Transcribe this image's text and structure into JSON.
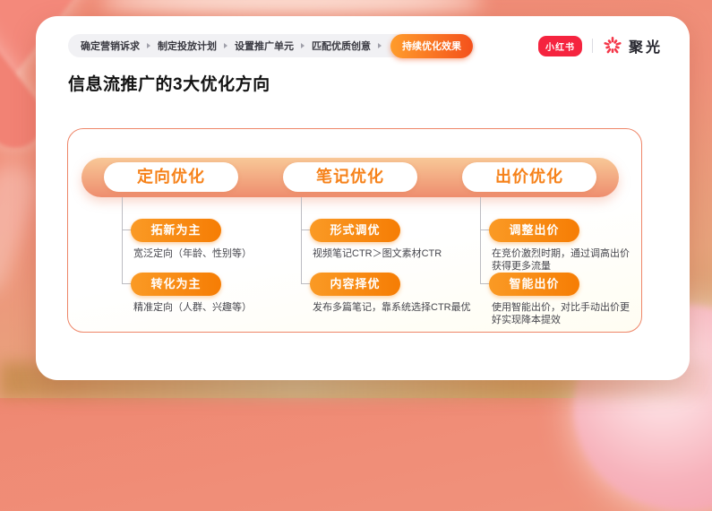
{
  "breadcrumb": {
    "steps": [
      "确定营销诉求",
      "制定投放计划",
      "设置推广单元",
      "匹配优质创意"
    ],
    "active_step": "持续优化效果",
    "separator_icon": "arrow-right"
  },
  "brand": {
    "xiaohongshu_label": "小红书",
    "spark_icon": "spark-burst-icon",
    "product_name": "聚光"
  },
  "title": "信息流推广的3大优化方向",
  "columns": [
    {
      "header": "定向优化",
      "items": [
        {
          "pill": "拓新为主",
          "desc": "宽泛定向（年龄、性别等）"
        },
        {
          "pill": "转化为主",
          "desc": "精准定向（人群、兴趣等）"
        }
      ]
    },
    {
      "header": "笔记优化",
      "items": [
        {
          "pill": "形式调优",
          "desc": "视频笔记CTR＞图文素材CTR"
        },
        {
          "pill": "内容择优",
          "desc": "发布多篇笔记，靠系统选择CTR最优"
        }
      ]
    },
    {
      "header": "出价优化",
      "items": [
        {
          "pill": "调整出价",
          "desc": "在竞价激烈时期，通过调高出价获得更多流量"
        },
        {
          "pill": "智能出价",
          "desc": "使用智能出价，对比手动出价更好实现降本提效"
        }
      ]
    }
  ],
  "colors": {
    "accent_orange": "#F6821A",
    "pill_orange": "#F8860D",
    "highlight_gradient_start": "#FF9C2B",
    "highlight_gradient_end": "#F4511C",
    "brand_red": "#F5243F",
    "bar_gradient_top": "#F8C897",
    "bar_gradient_bottom": "#EE8D6E",
    "panel_border": "#EE8568",
    "desc_text": "#46464D"
  }
}
